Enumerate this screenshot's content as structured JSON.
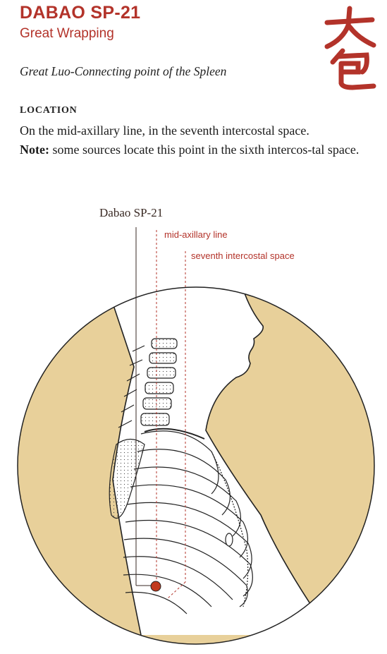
{
  "header": {
    "title": "DABAO SP-21",
    "subtitle": "Great Wrapping",
    "chinese": "大包"
  },
  "point_role": "Great Luo-Connecting point of the Spleen",
  "location": {
    "heading": "LOCATION",
    "line1": "On the mid-axillary line, in the seventh intercostal space.",
    "note_label": "Note:",
    "note_text": " some sources locate this point in the sixth intercos-tal space."
  },
  "figure": {
    "point_label": "Dabao SP-21",
    "line_label_1": "mid-axillary line",
    "line_label_2": "seventh intercostal space"
  },
  "colors": {
    "accent": "#b3332a",
    "body_fill": "#e8d09a",
    "point": "#c23a1e"
  }
}
